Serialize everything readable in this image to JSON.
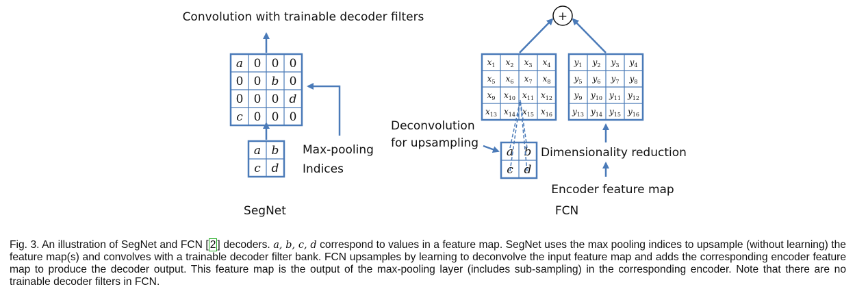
{
  "segnet": {
    "top_label": "Convolution with trainable decoder filters",
    "grid": [
      [
        "a",
        "0",
        "0",
        "0"
      ],
      [
        "0",
        "0",
        "b",
        "0"
      ],
      [
        "0",
        "0",
        "0",
        "d"
      ],
      [
        "c",
        "0",
        "0",
        "0"
      ]
    ],
    "pool": [
      [
        "a",
        "b"
      ],
      [
        "c",
        "d"
      ]
    ],
    "indices_label_line1": "Max-pooling",
    "indices_label_line2": "Indices",
    "name": "SegNet"
  },
  "fcn": {
    "plus_symbol": "+",
    "x_grid": [
      [
        "1",
        "2",
        "3",
        "4"
      ],
      [
        "5",
        "6",
        "7",
        "8"
      ],
      [
        "9",
        "10",
        "11",
        "12"
      ],
      [
        "13",
        "14",
        "15",
        "16"
      ]
    ],
    "y_grid": [
      [
        "1",
        "2",
        "3",
        "4"
      ],
      [
        "5",
        "6",
        "7",
        "8"
      ],
      [
        "9",
        "10",
        "11",
        "12"
      ],
      [
        "13",
        "14",
        "15",
        "16"
      ]
    ],
    "x_var": "x",
    "y_var": "y",
    "pool": [
      [
        "a",
        "b"
      ],
      [
        "c",
        "d"
      ]
    ],
    "deconv_line1": "Deconvolution",
    "deconv_line2": "for upsampling",
    "dim_reduction": "Dimensionality reduction",
    "encoder_map": "Encoder feature map",
    "name": "FCN"
  },
  "caption": {
    "fig": "Fig. 3.",
    "t1": " An illustration of SegNet and FCN ",
    "ref": "2",
    "t2": " decoders. ",
    "math": "a, b, c, d",
    "t3": " correspond to values in a feature map. SegNet uses the max pooling indices to upsample (without learning) the feature map(s) and convolves with a trainable decoder filter bank. FCN upsamples by learning to deconvolve the input feature map and adds the corresponding encoder feature map to produce the decoder output. This feature map is the output of the max-pooling layer (includes sub-sampling) in the corresponding encoder. Note that there are no trainable decoder filters in FCN."
  },
  "colors": {
    "blue": "#4a7ab8",
    "ink": "#111111",
    "ref_box": "#22aa22"
  }
}
